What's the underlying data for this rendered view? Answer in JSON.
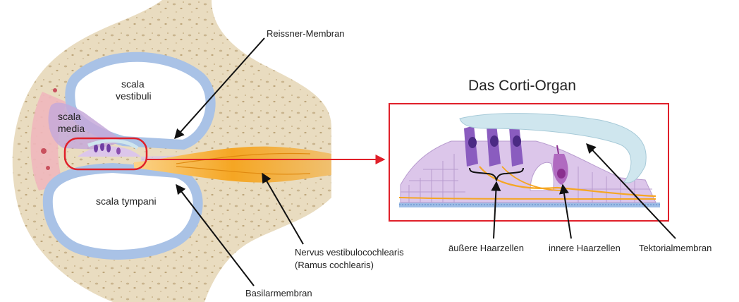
{
  "labels": {
    "reissner": "Reissner-Membran",
    "scala_vestibuli_1": "scala",
    "scala_vestibuli_2": "vestibuli",
    "scala_media_1": "scala",
    "scala_media_2": "media",
    "scala_tympani": "scala tympani",
    "nerve_1": "Nervus vestibulocochlearis",
    "nerve_2": "(Ramus cochlearis)",
    "basilar": "Basilarmembran",
    "title": "Das Corti-Organ",
    "outer_hair": "äußere Haarzellen",
    "inner_hair": "innere Haarzellen",
    "tectorial": "Tektorialmembran"
  },
  "colors": {
    "bone": "#e9dcc0",
    "bone_spot": "#c9b48e",
    "scala_outline": "#a9c2e6",
    "scala_fill": "#ffffff",
    "media": "#c6a9d9",
    "stria": "#f0b7bd",
    "nerve": "#f5a623",
    "highlight": "#e0202a",
    "cell": "#dcc6ea",
    "cell_dark": "#6f3ea3",
    "tectorial": "#cfe6ee"
  }
}
